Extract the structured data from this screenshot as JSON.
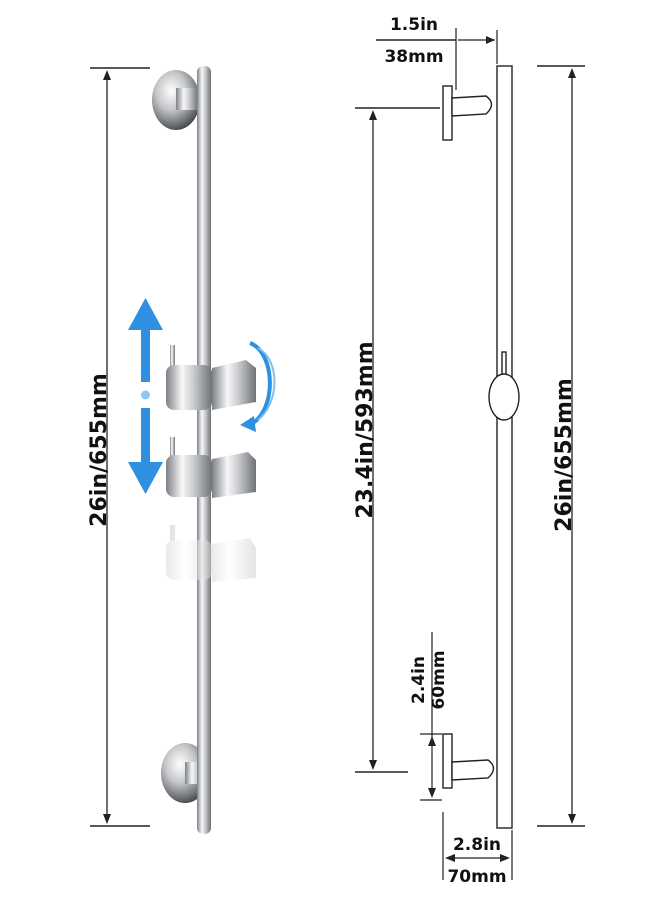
{
  "product": {
    "left_height_label": "26in/655mm",
    "mid_height_label": "23.4in/593mm",
    "right_height_label": "26in/655mm",
    "depth_in": "1.5in",
    "depth_mm": "38mm",
    "mount_in": "2.4in",
    "mount_mm": "60mm",
    "base_in": "2.8in",
    "base_mm": "70mm"
  },
  "colors": {
    "arrow_blue": "#2f8fe0",
    "line": "#222222",
    "chrome_dark": "#8a8d92",
    "chrome_light": "#f4f5f6"
  },
  "icons": [
    "double-arrow-icon",
    "rotate-arrow-icon"
  ]
}
